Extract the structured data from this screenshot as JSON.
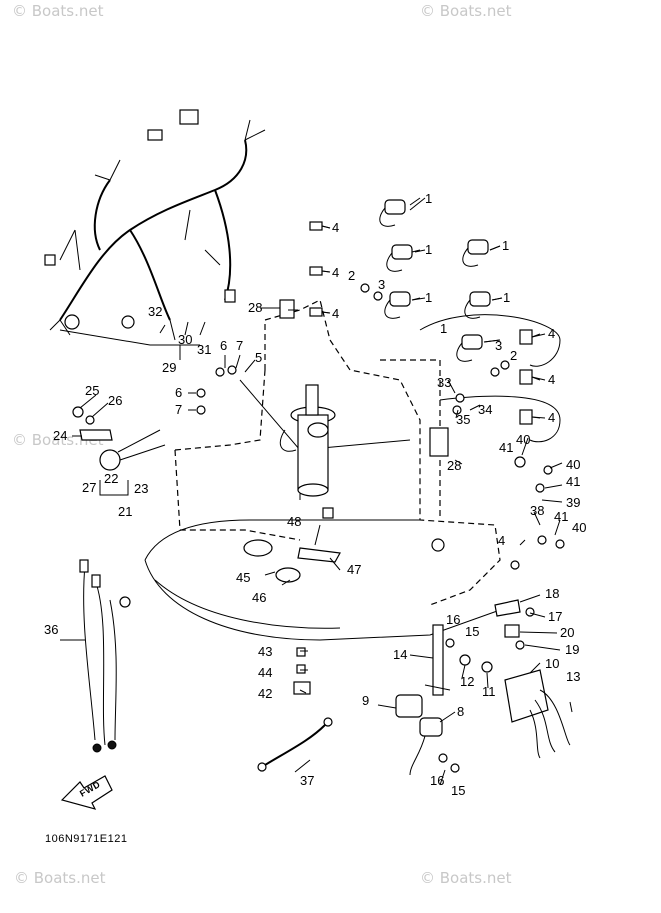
{
  "watermark": "© Boats.net",
  "diagram_code": "106N9171E121",
  "fwd_label": "FWD",
  "callouts": [
    {
      "id": "c1a",
      "text": "1"
    },
    {
      "id": "c1b",
      "text": "1"
    },
    {
      "id": "c1c",
      "text": "1"
    },
    {
      "id": "c1d",
      "text": "1"
    },
    {
      "id": "c1e",
      "text": "1"
    },
    {
      "id": "c1f",
      "text": "1"
    },
    {
      "id": "c2a",
      "text": "2"
    },
    {
      "id": "c2b",
      "text": "2"
    },
    {
      "id": "c3a",
      "text": "3"
    },
    {
      "id": "c3b",
      "text": "3"
    },
    {
      "id": "c4a",
      "text": "4"
    },
    {
      "id": "c4b",
      "text": "4"
    },
    {
      "id": "c4c",
      "text": "4"
    },
    {
      "id": "c4d",
      "text": "4"
    },
    {
      "id": "c4e",
      "text": "4"
    },
    {
      "id": "c4f",
      "text": "4"
    },
    {
      "id": "c5",
      "text": "5"
    },
    {
      "id": "c6a",
      "text": "6"
    },
    {
      "id": "c6b",
      "text": "6"
    },
    {
      "id": "c7a",
      "text": "7"
    },
    {
      "id": "c7b",
      "text": "7"
    },
    {
      "id": "c8",
      "text": "8"
    },
    {
      "id": "c9",
      "text": "9"
    },
    {
      "id": "c10",
      "text": "10"
    },
    {
      "id": "c11",
      "text": "11"
    },
    {
      "id": "c12",
      "text": "12"
    },
    {
      "id": "c13",
      "text": "13"
    },
    {
      "id": "c14",
      "text": "14"
    },
    {
      "id": "c15a",
      "text": "15"
    },
    {
      "id": "c15b",
      "text": "15"
    },
    {
      "id": "c16a",
      "text": "16"
    },
    {
      "id": "c16b",
      "text": "16"
    },
    {
      "id": "c17",
      "text": "17"
    },
    {
      "id": "c18",
      "text": "18"
    },
    {
      "id": "c19",
      "text": "19"
    },
    {
      "id": "c20",
      "text": "20"
    },
    {
      "id": "c21",
      "text": "21"
    },
    {
      "id": "c22",
      "text": "22"
    },
    {
      "id": "c23",
      "text": "23"
    },
    {
      "id": "c24",
      "text": "24"
    },
    {
      "id": "c25",
      "text": "25"
    },
    {
      "id": "c26",
      "text": "26"
    },
    {
      "id": "c27",
      "text": "27"
    },
    {
      "id": "c28a",
      "text": "28"
    },
    {
      "id": "c28b",
      "text": "28"
    },
    {
      "id": "c29",
      "text": "29"
    },
    {
      "id": "c30",
      "text": "30"
    },
    {
      "id": "c31",
      "text": "31"
    },
    {
      "id": "c32",
      "text": "32"
    },
    {
      "id": "c33",
      "text": "33"
    },
    {
      "id": "c34",
      "text": "34"
    },
    {
      "id": "c35",
      "text": "35"
    },
    {
      "id": "c36",
      "text": "36"
    },
    {
      "id": "c37",
      "text": "37"
    },
    {
      "id": "c38",
      "text": "38"
    },
    {
      "id": "c39",
      "text": "39"
    },
    {
      "id": "c40a",
      "text": "40"
    },
    {
      "id": "c40b",
      "text": "40"
    },
    {
      "id": "c40c",
      "text": "40"
    },
    {
      "id": "c41a",
      "text": "41"
    },
    {
      "id": "c41b",
      "text": "41"
    },
    {
      "id": "c41c",
      "text": "41"
    },
    {
      "id": "c42",
      "text": "42"
    },
    {
      "id": "c43",
      "text": "43"
    },
    {
      "id": "c44",
      "text": "44"
    },
    {
      "id": "c45",
      "text": "45"
    },
    {
      "id": "c46",
      "text": "46"
    },
    {
      "id": "c47",
      "text": "47"
    },
    {
      "id": "c48",
      "text": "48"
    }
  ]
}
